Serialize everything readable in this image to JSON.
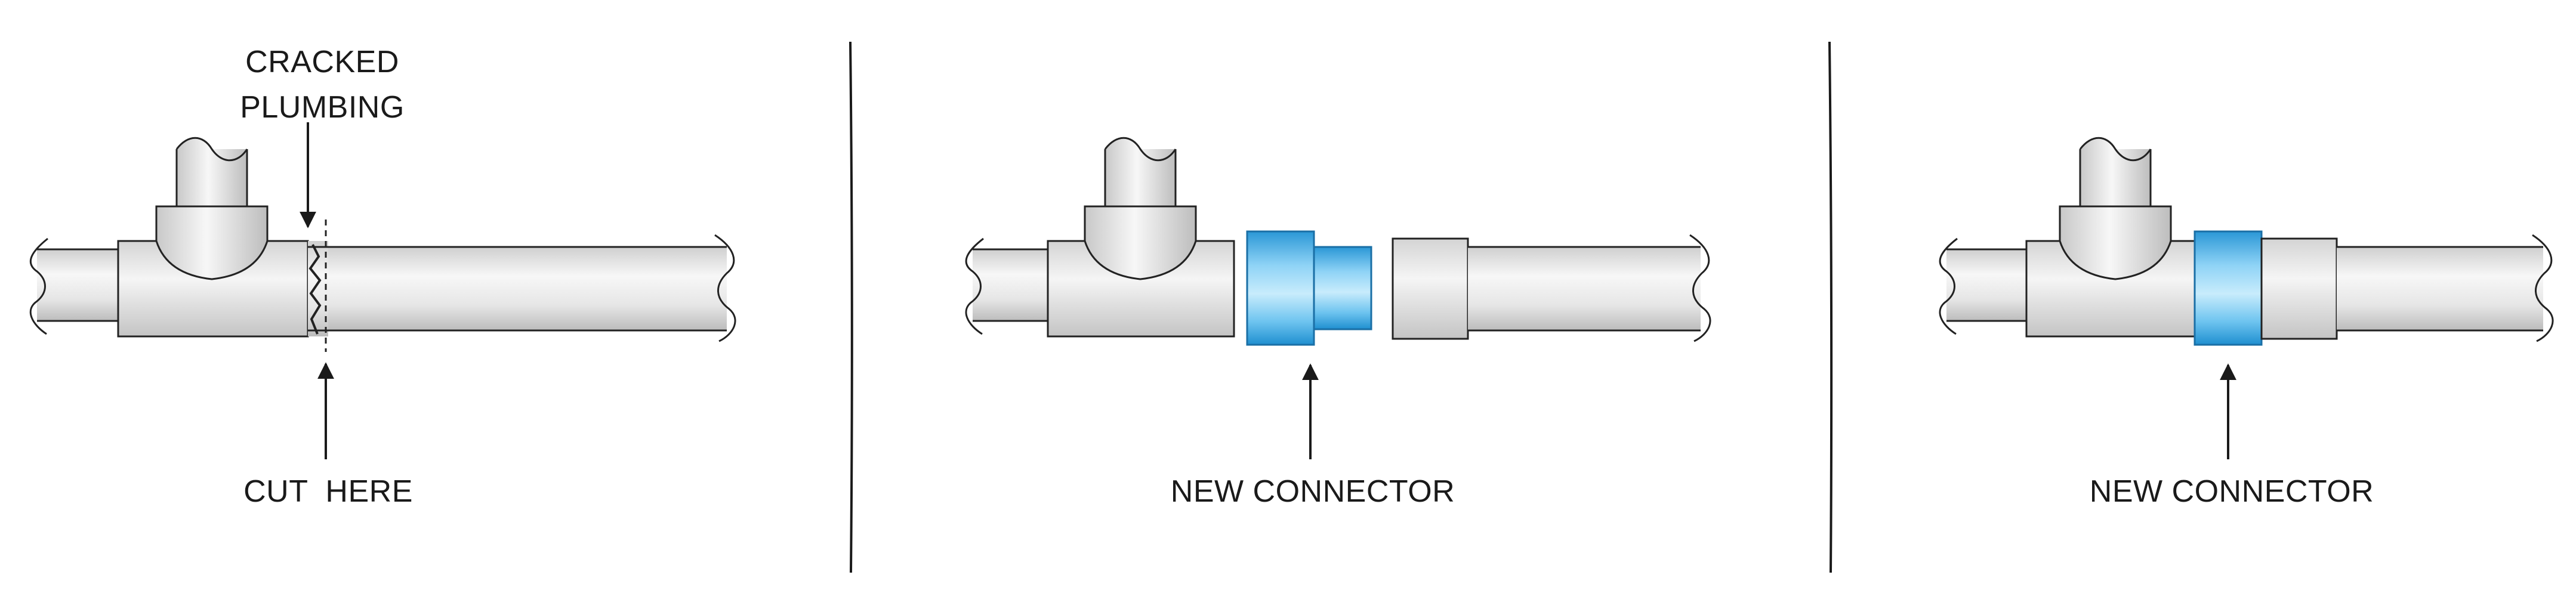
{
  "panels": [
    {
      "id": "panel-cut",
      "labels": {
        "top_line1": "CRACKED",
        "top_line2": "PLUMBING",
        "bottom": "CUT  HERE"
      }
    },
    {
      "id": "panel-connector-open",
      "labels": {
        "bottom": "NEW CONNECTOR"
      }
    },
    {
      "id": "panel-connector-installed",
      "labels": {
        "bottom": "NEW CONNECTOR"
      }
    }
  ],
  "colors": {
    "pipe_light": "#f4f4f4",
    "pipe_mid": "#d9d9d9",
    "pipe_dark": "#b8b8b8",
    "outline": "#222222",
    "connector_light": "#bfe6fb",
    "connector_mid": "#6cc3ef",
    "connector_dark": "#1f8fd0",
    "divider": "#1a1a1a"
  }
}
